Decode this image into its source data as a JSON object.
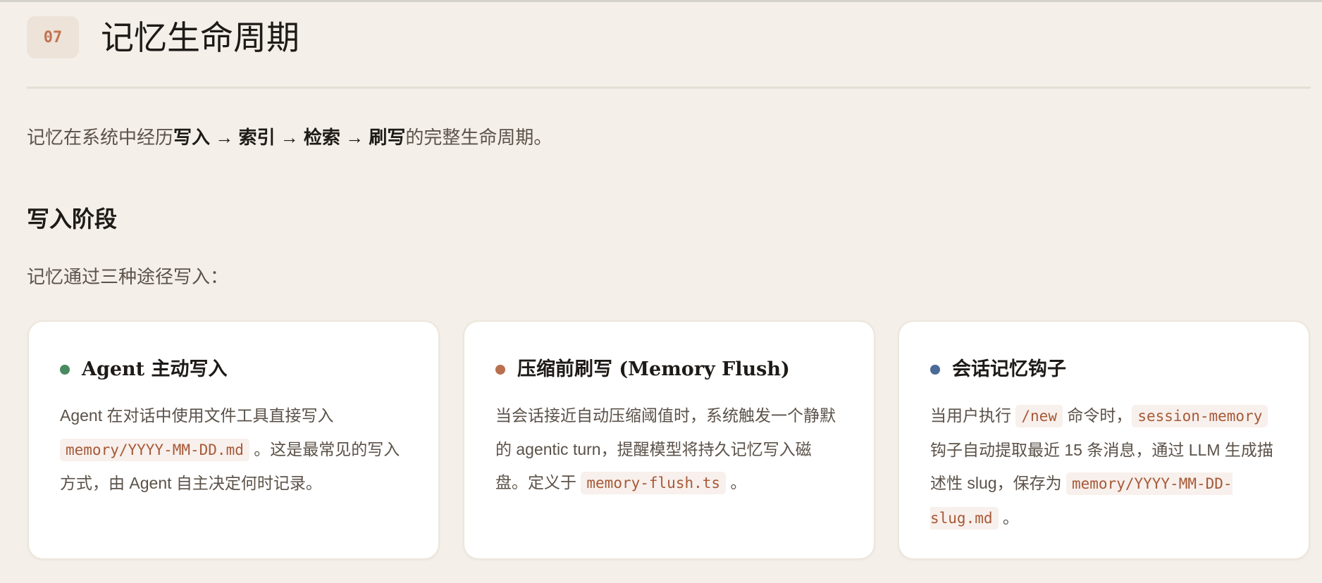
{
  "section": {
    "number": "07",
    "title": "记忆生命周期"
  },
  "intro": {
    "prefix": "记忆在系统中经历",
    "stages": "写入 → 索引 → 检索 → 刷写",
    "suffix": "的完整生命周期。"
  },
  "write_phase": {
    "heading": "写入阶段",
    "lead": "记忆通过三种途径写入：",
    "cards": [
      {
        "title": "Agent 主动写入",
        "dot_color": "#4a8a60",
        "t1": "Agent 在对话中使用文件工具直接写入 ",
        "code1": "memory/YYYY-MM-DD.md",
        "t2": " 。这是最常见的写入方式，由 Agent 自主决定何时记录。"
      },
      {
        "title": "压缩前刷写 (Memory Flush)",
        "dot_color": "#b9704f",
        "t1": "当会话接近自动压缩阈值时，系统触发一个静默的 agentic turn，提醒模型将持久记忆写入磁盘。定义于 ",
        "code1": "memory-flush.ts",
        "t2": " 。"
      },
      {
        "title": "会话记忆钩子",
        "dot_color": "#4a6a98",
        "t1": "当用户执行 ",
        "code1": "/new",
        "t2": " 命令时，",
        "code2": "session-memory",
        "t3": " 钩子自动提取最近 15 条消息，通过 LLM 生成描述性 slug，保存为 ",
        "code3": "memory/YYYY-MM-DD-slug.md",
        "t4": " 。"
      }
    ]
  }
}
